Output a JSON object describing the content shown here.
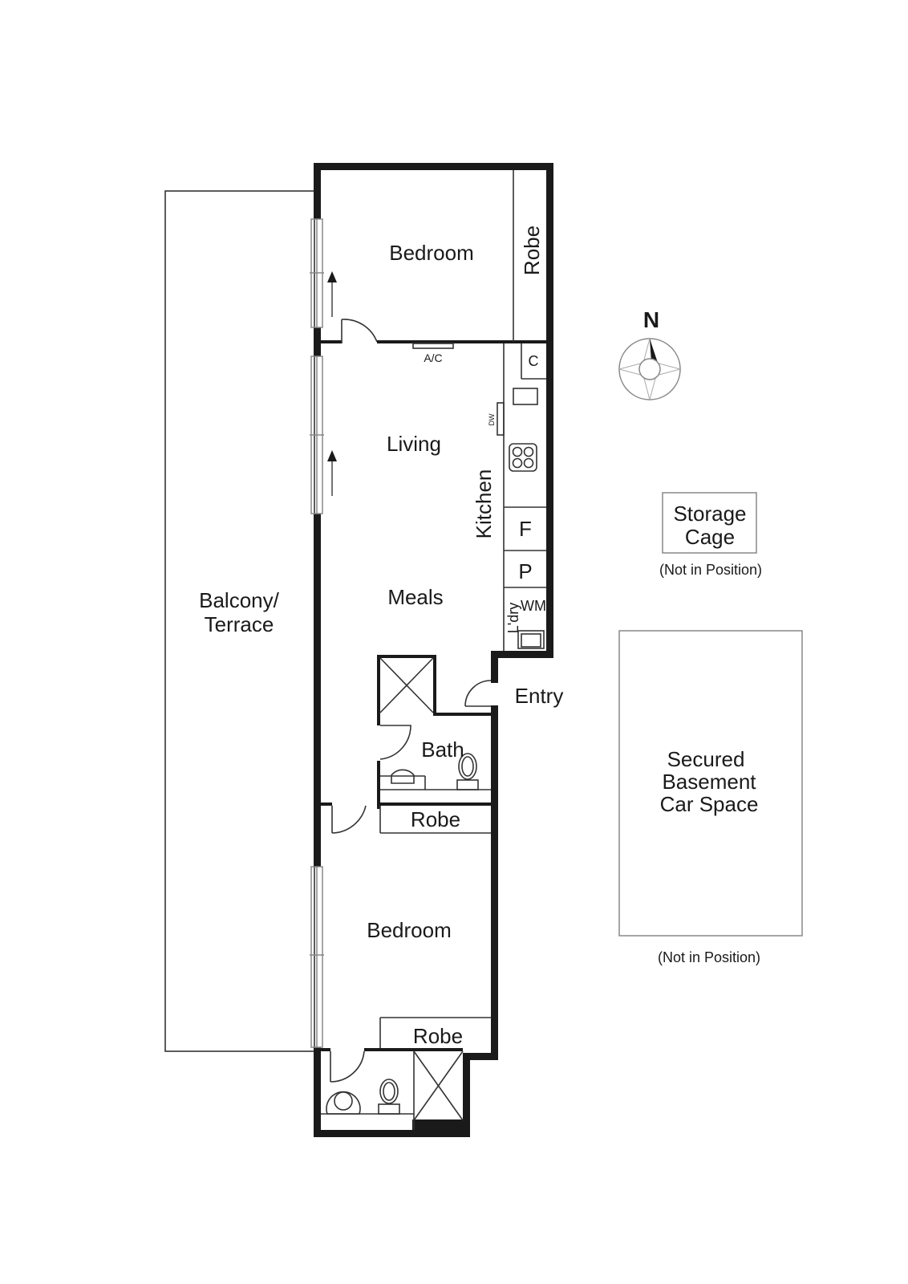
{
  "floorplan": {
    "rooms": {
      "bedroom_top": "Bedroom",
      "robe_top": "Robe",
      "ac": "A/C",
      "cupboard": "C",
      "dishwasher": "DW",
      "living": "Living",
      "kitchen": "Kitchen",
      "fridge": "F",
      "pantry": "P",
      "laundry": "L'dry",
      "washing_machine": "WM",
      "meals": "Meals",
      "entry": "Entry",
      "bath": "Bath",
      "robe_mid": "Robe",
      "bedroom_bottom": "Bedroom",
      "robe_bottom": "Robe",
      "balcony_line1": "Balcony/",
      "balcony_line2": "Terrace"
    },
    "compass": {
      "label": "N"
    },
    "storage": {
      "line1": "Storage",
      "line2": "Cage",
      "note": "(Not in Position)"
    },
    "carspace": {
      "line1": "Secured",
      "line2": "Basement",
      "line3": "Car Space",
      "note": "(Not in Position)"
    }
  }
}
